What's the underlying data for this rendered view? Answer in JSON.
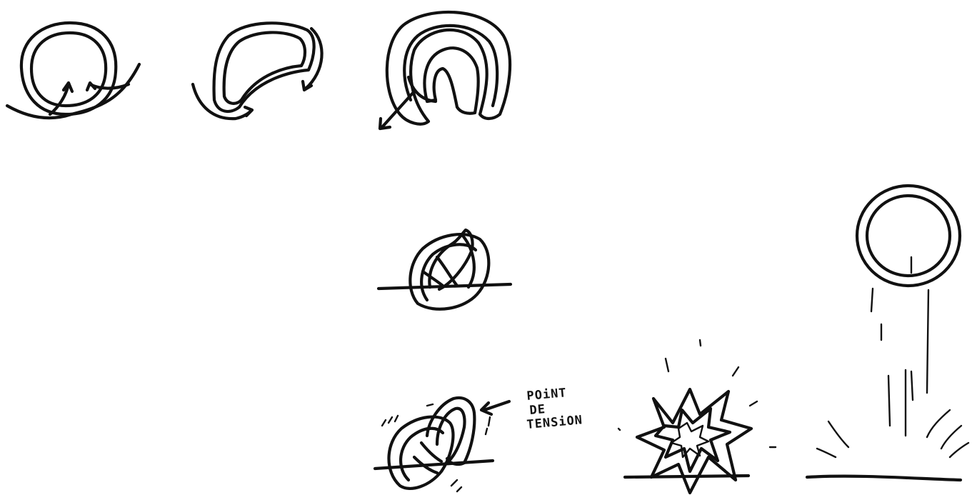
{
  "annotation": {
    "line1": "POiNT",
    "line2": "DE",
    "line3": "TENSiON"
  }
}
